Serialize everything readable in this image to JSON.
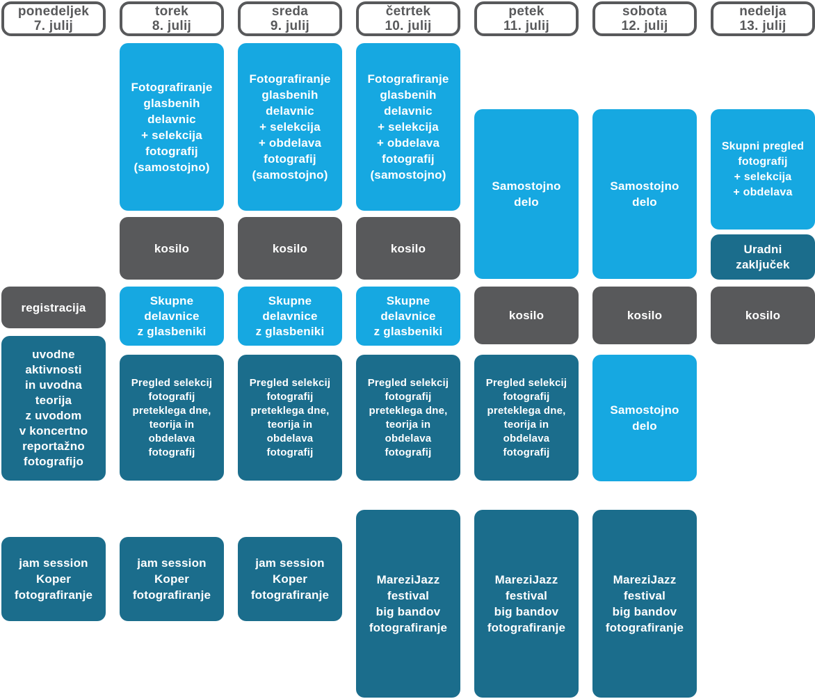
{
  "palette": {
    "light_blue": "#16A8E1",
    "teal": "#1B6D8C",
    "gray": "#58595B",
    "header_bg": "#FFFFFF",
    "block_text": "#FFFFFF"
  },
  "columns": [
    {
      "day": "ponedeljek",
      "date": "7. julij",
      "events": [
        {
          "label": "registracija",
          "kind": "gray"
        },
        {
          "label": "uvodne\naktivnosti\nin uvodna\nteorija\nz uvodom\nv koncertno\nreportažno\nfotografijo",
          "kind": "teal"
        },
        {
          "label": "jam session\nKoper\nfotografiranje",
          "kind": "teal"
        }
      ]
    },
    {
      "day": "torek",
      "date": "8. julij",
      "events": [
        {
          "label": "Fotografiranje\nglasbenih\ndelavnic\n+ selekcija\nfotografij\n(samostojno)",
          "kind": "blue"
        },
        {
          "label": "kosilo",
          "kind": "gray"
        },
        {
          "label": "Skupne\ndelavnice\nz glasbeniki",
          "kind": "blue"
        },
        {
          "label": "Pregled selekcij\nfotografij\npreteklega dne,\nteorija in\nobdelava\nfotografij",
          "kind": "teal"
        },
        {
          "label": "jam session\nKoper\nfotografiranje",
          "kind": "teal"
        }
      ]
    },
    {
      "day": "sreda",
      "date": "9. julij",
      "events": [
        {
          "label": "Fotografiranje\nglasbenih\ndelavnic\n+ selekcija\n+ obdelava\nfotografij\n(samostojno)",
          "kind": "blue"
        },
        {
          "label": "kosilo",
          "kind": "gray"
        },
        {
          "label": "Skupne\ndelavnice\nz glasbeniki",
          "kind": "blue"
        },
        {
          "label": "Pregled selekcij\nfotografij\npreteklega dne,\nteorija in\nobdelava\nfotografij",
          "kind": "teal"
        },
        {
          "label": "jam session\nKoper\nfotografiranje",
          "kind": "teal"
        }
      ]
    },
    {
      "day": "četrtek",
      "date": "10. julij",
      "events": [
        {
          "label": "Fotografiranje\nglasbenih\ndelavnic\n+ selekcija\n+ obdelava\nfotografij\n(samostojno)",
          "kind": "blue"
        },
        {
          "label": "kosilo",
          "kind": "gray"
        },
        {
          "label": "Skupne\ndelavnice\nz glasbeniki",
          "kind": "blue"
        },
        {
          "label": "Pregled selekcij\nfotografij\npreteklega dne,\nteorija in\nobdelava\nfotografij",
          "kind": "teal"
        },
        {
          "label": "MareziJazz\nfestival\nbig bandov\nfotografiranje",
          "kind": "teal"
        }
      ]
    },
    {
      "day": "petek",
      "date": "11. julij",
      "events": [
        {
          "label": "Samostojno\ndelo",
          "kind": "blue"
        },
        {
          "label": "kosilo",
          "kind": "gray"
        },
        {
          "label": "Pregled selekcij\nfotografij\npreteklega dne,\nteorija in\nobdelava\nfotografij",
          "kind": "teal"
        },
        {
          "label": "MareziJazz\nfestival\nbig bandov\nfotografiranje",
          "kind": "teal"
        }
      ]
    },
    {
      "day": "sobota",
      "date": "12. julij",
      "events": [
        {
          "label": "Samostojno\ndelo",
          "kind": "blue"
        },
        {
          "label": "kosilo",
          "kind": "gray"
        },
        {
          "label": "Samostojno\ndelo",
          "kind": "blue"
        },
        {
          "label": "MareziJazz\nfestival\nbig bandov\nfotografiranje",
          "kind": "teal"
        }
      ]
    },
    {
      "day": "nedelja",
      "date": "13. julij",
      "events": [
        {
          "label": "Skupni pregled\nfotografij\n+ selekcija\n+ obdelava",
          "kind": "blue"
        },
        {
          "label": "Uradni\nzaključek",
          "kind": "teal"
        },
        {
          "label": "kosilo",
          "kind": "gray"
        }
      ]
    }
  ]
}
